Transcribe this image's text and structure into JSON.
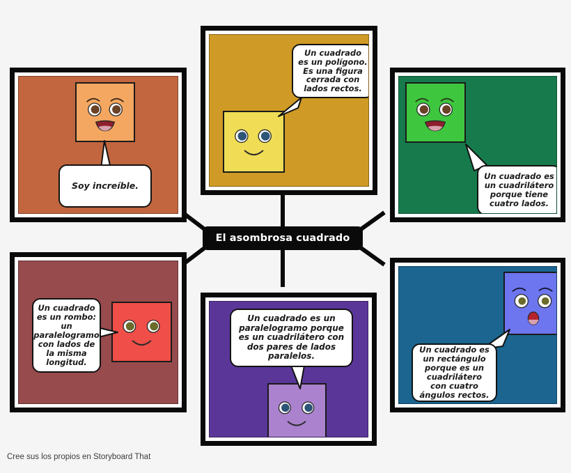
{
  "title_banner": {
    "text": "El asombrosa cuadrado",
    "bg": "#0a0a0a",
    "color": "#ffffff"
  },
  "footer": {
    "text": "Cree sus los propios en Storyboard That"
  },
  "canvas": {
    "background": "#f5f5f5",
    "border_color": "#0a0a0a"
  },
  "panels": [
    {
      "id": "top-left",
      "name": "panel-soy-increible",
      "bg": "#c1663f",
      "square_color": "#f4a761",
      "face": "happy-open",
      "eye_color": "#6b4226",
      "text": "Soy increíble.",
      "font_size": 12.5
    },
    {
      "id": "top-middle",
      "name": "panel-poligono",
      "bg": "#cf9a25",
      "square_color": "#f0dd55",
      "face": "smile-simple",
      "eye_color": "#2d5578",
      "text": "Un cuadrado es un polígono. Es una figura cerrada con lados rectos.",
      "font_size": 11.5
    },
    {
      "id": "top-right",
      "name": "panel-cuadrilatero",
      "bg": "#167a4c",
      "square_color": "#3ec63e",
      "face": "happy-open",
      "eye_color": "#6b4226",
      "text": "Un cuadrado es un cuadrilátero porque tiene cuatro lados.",
      "font_size": 11.5
    },
    {
      "id": "bottom-left",
      "name": "panel-rombo",
      "bg": "#974b4d",
      "square_color": "#ef4f48",
      "face": "smile-simple",
      "eye_color": "#6b6b2b",
      "text": "Un cuadrado es un rombo: un paralelogramo con lados de la misma longitud.",
      "font_size": 11.5
    },
    {
      "id": "bottom-middle",
      "name": "panel-paralelogramo",
      "bg": "#5b3699",
      "square_color": "#ab82cd",
      "face": "smile-simple",
      "eye_color": "#2d5578",
      "text": "Un cuadrado es un paralelogramo porque es un cuadrilátero con dos pares de lados paralelos.",
      "font_size": 12
    },
    {
      "id": "bottom-right",
      "name": "panel-rectangulo",
      "bg": "#1b6590",
      "square_color": "#6d76ef",
      "face": "surprised",
      "eye_color": "#6b6b2b",
      "text": "Un cuadrado es un rectángulo porque es un cuadrilátero con cuatro ángulos rectos.",
      "font_size": 11.5
    }
  ]
}
